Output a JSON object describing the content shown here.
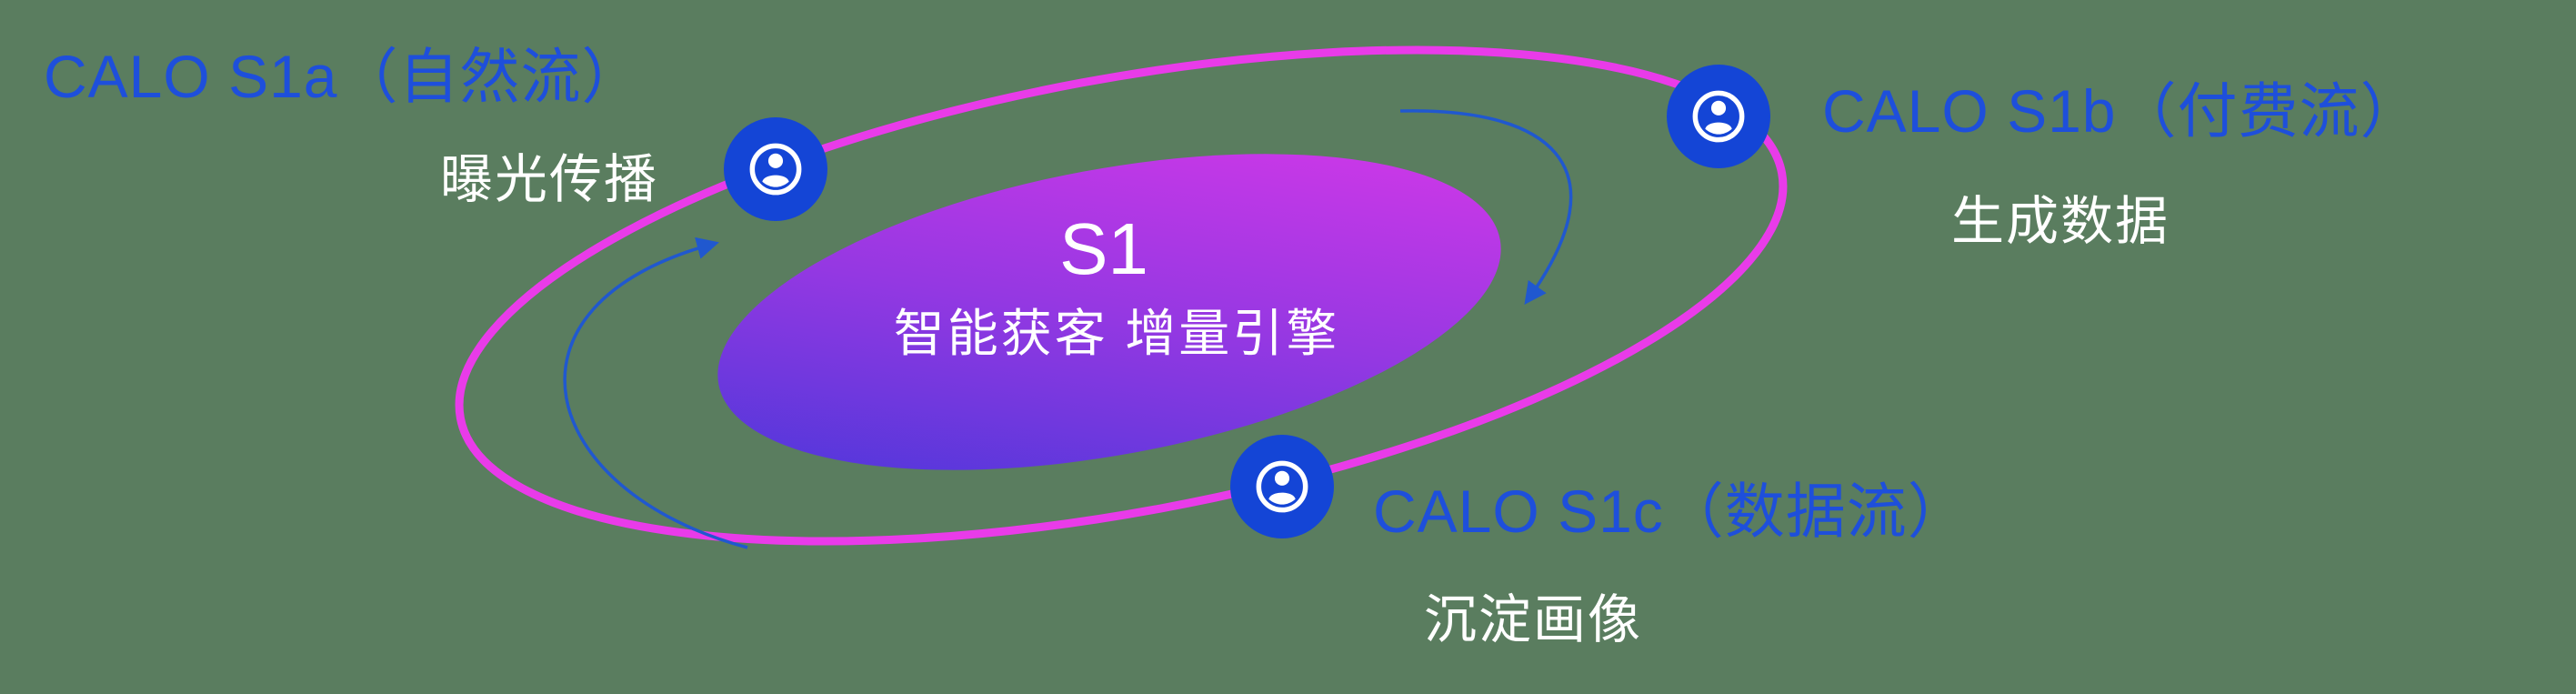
{
  "diagram": {
    "center": {
      "title": "S1",
      "subtitle": "智能获客  增量引擎"
    },
    "nodes": [
      {
        "id": "s1a",
        "title": "CALO S1a（自然流）",
        "subtitle": "曝光传播"
      },
      {
        "id": "s1b",
        "title": "CALO S1b（付费流）",
        "subtitle": "生成数据"
      },
      {
        "id": "s1c",
        "title": "CALO S1c（数据流）",
        "subtitle": "沉淀画像"
      }
    ]
  },
  "colors": {
    "background_green": "#5a7d5f",
    "title_blue": "#1e4fdb",
    "subtitle_white": "#ffffff",
    "orbit_magenta": "#e93be9",
    "node_blue": "#1445d6",
    "arrow_blue": "#2058cf",
    "gradient_blue": "#4637d9",
    "gradient_magenta": "#d138e8"
  },
  "icons": {
    "node_icon": "user-circle-icon",
    "arrow_icons": [
      "curved-arrow-up-icon",
      "curved-arrow-down-icon"
    ]
  }
}
